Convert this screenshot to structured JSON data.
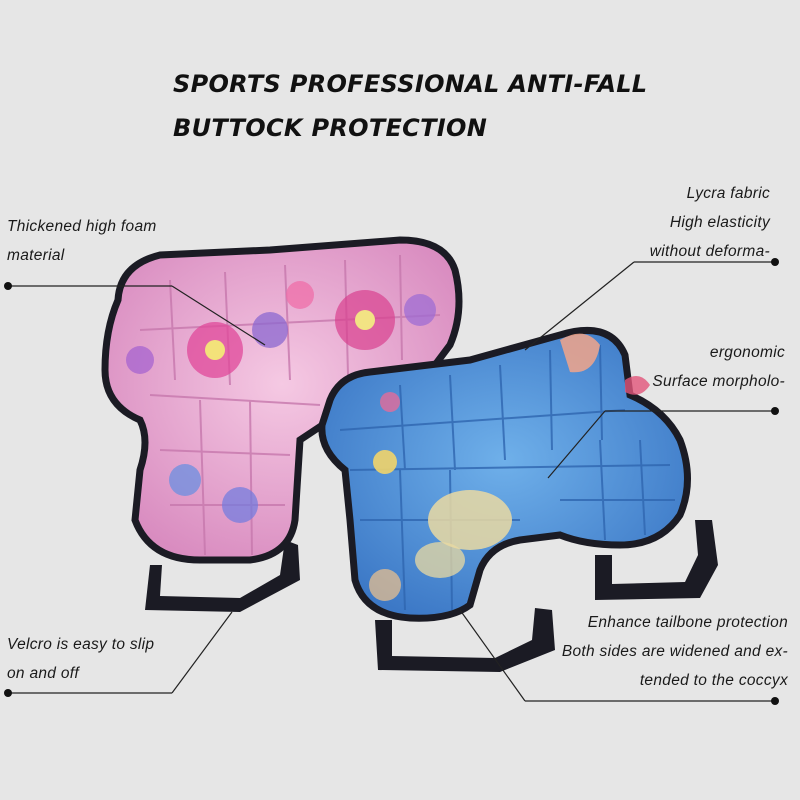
{
  "title": {
    "line1": "SPORTS PROFESSIONAL ANTI-FALL",
    "line2": "BUTTOCK PROTECTION"
  },
  "callouts": {
    "foam": {
      "line1": "Thickened high foam",
      "line2": "material"
    },
    "lycra": {
      "line1": "Lycra fabric",
      "line2": "High elasticity",
      "line3": "without deforma-"
    },
    "ergonomic": {
      "line1": "ergonomic",
      "line2": "Surface morpholo-"
    },
    "velcro": {
      "line1": "Velcro is easy to slip",
      "line2": "on and off"
    },
    "tailbone": {
      "line1": "Enhance tailbone protection",
      "line2": "Both sides are widened and ex-",
      "line3": "tended to the coccyx"
    }
  },
  "colors": {
    "background": "#e6e6e6",
    "pink_pad": "#e9a9cf",
    "blue_pad": "#4f8fd6",
    "strap": "#1b1b24"
  }
}
